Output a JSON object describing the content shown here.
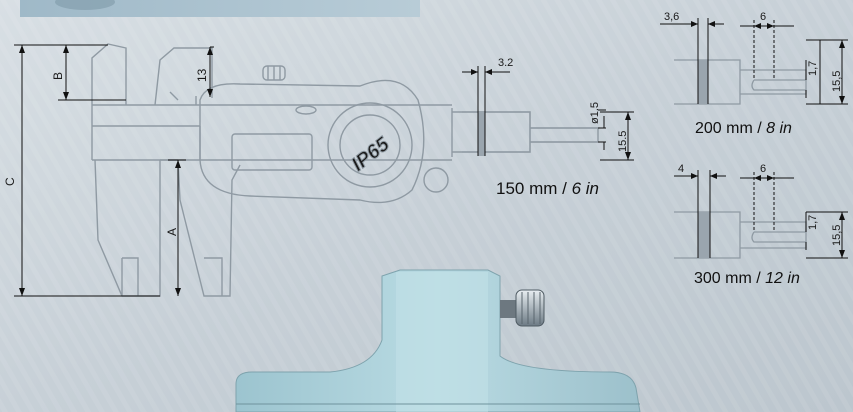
{
  "caliper": {
    "dims": {
      "a": "A",
      "b": "B",
      "c": "C",
      "thirteen": "13"
    },
    "logo": "IP65"
  },
  "model_150": {
    "caption_size": "150 mm / ",
    "caption_inch": "6 in",
    "dims": {
      "tip": "3.2",
      "dia": "ø1.5",
      "depth": "15.5"
    }
  },
  "model_200": {
    "caption_size": "200 mm / ",
    "caption_inch": "8 in",
    "dims": {
      "tip": "3,6",
      "width": "6",
      "step": "1,7",
      "depth": "15,5"
    }
  },
  "model_300": {
    "caption_size": "300 mm / ",
    "caption_inch": "12 in",
    "dims": {
      "tip": "4",
      "width": "6",
      "step": "1,7",
      "depth": "15,5"
    }
  },
  "colors": {
    "background": "#c9d2d9",
    "line_art": "#8f9aa3",
    "base_accessory": "#a9cdd6",
    "dimension": "#111111"
  }
}
